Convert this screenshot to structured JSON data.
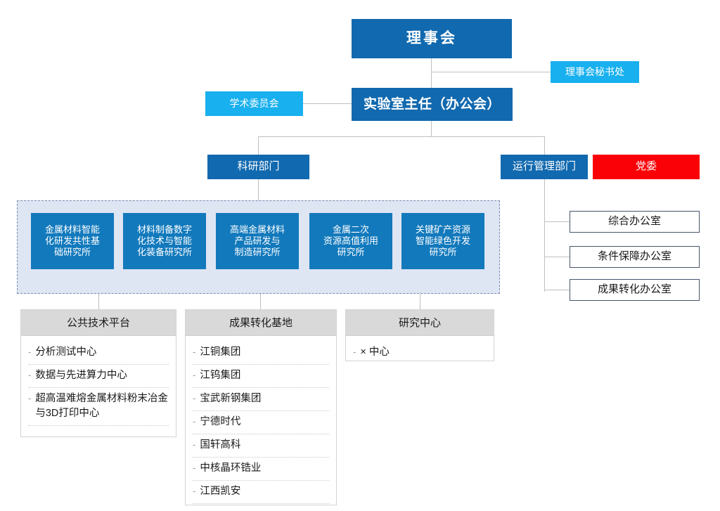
{
  "diagram": {
    "type": "organization-chart",
    "title_node": "理事会",
    "colors": {
      "dark_blue": "#1169AF",
      "light_blue": "#18B0EE",
      "institute_blue": "#1279BC",
      "red": "#FA0007",
      "panel_header_gray": "#D9D9D9",
      "dashed_container_fill": "#DEE5F3",
      "dashed_container_border": "#7B8DB0",
      "connector_line": "#BFBFBF",
      "outline_box_border": "#46546B"
    }
  },
  "nodes": {
    "board": {
      "label": "理事会",
      "style": "dark-blue"
    },
    "board_secretariat": {
      "label": "理事会秘书处",
      "style": "light-blue"
    },
    "academic_committee": {
      "label": "学术委员会",
      "style": "light-blue"
    },
    "lab_director": {
      "label": "实验室主任（办公会）",
      "style": "dark-blue"
    },
    "research_dept": {
      "label": "科研部门",
      "style": "dark-blue"
    },
    "operations_dept": {
      "label": "运行管理部门",
      "style": "dark-blue"
    },
    "party_committee": {
      "label": "党委",
      "style": "red"
    }
  },
  "institutes": {
    "items": [
      {
        "label": "金属材料智能\n化研发共性基\n础研究所"
      },
      {
        "label": "材料制备数字\n化技术与智能\n化装备研究所"
      },
      {
        "label": "高端金属材料\n产品研发与\n制造研究所"
      },
      {
        "label": "金属二次\n资源高值利用\n研究所"
      },
      {
        "label": "关键矿产资源\n智能绿色开发\n研究所"
      }
    ]
  },
  "offices": {
    "items": [
      {
        "label": "综合办公室"
      },
      {
        "label": "条件保障办公室"
      },
      {
        "label": "成果转化办公室"
      }
    ]
  },
  "panels": [
    {
      "title": "公共技术平台",
      "items": [
        "分析测试中心",
        "数据与先进算力中心",
        "超高温难熔金属材料粉末冶金与3D打印中心"
      ]
    },
    {
      "title": "成果转化基地",
      "items": [
        "江铜集团",
        "江钨集团",
        "宝武新钢集团",
        "宁德时代",
        "国轩高科",
        "中核晶环锆业",
        "江西凯安"
      ]
    },
    {
      "title": "研究中心",
      "items": [
        "× 中心"
      ]
    }
  ]
}
